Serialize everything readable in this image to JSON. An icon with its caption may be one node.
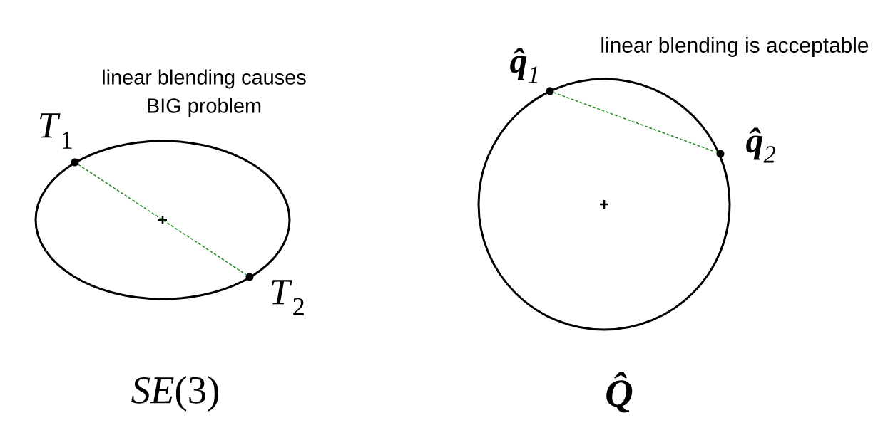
{
  "diagram": {
    "nodes": [
      {
        "text": [
          "*T*$_{1}$"
        ]
      },
      {
        "text": [
          "*T*$_{2}$"
        ]
      },
      {
        "text": [
          "**q̂**$_{1}$"
        ]
      },
      {
        "text": [
          "**q̂**$_{2}$"
        ]
      }
    ],
    "edges": [
      {
        "from": 0,
        "to": 1,
        "arrow": "none",
        "style": "dashed"
      },
      {
        "from": 2,
        "to": 3,
        "arrow": "none",
        "style": "dashed"
      }
    ],
    "labels": [
      "linear blending causes BIG problem",
      "linear blending is acceptable",
      "*SE*(3)",
      "Q̂"
    ]
  }
}
